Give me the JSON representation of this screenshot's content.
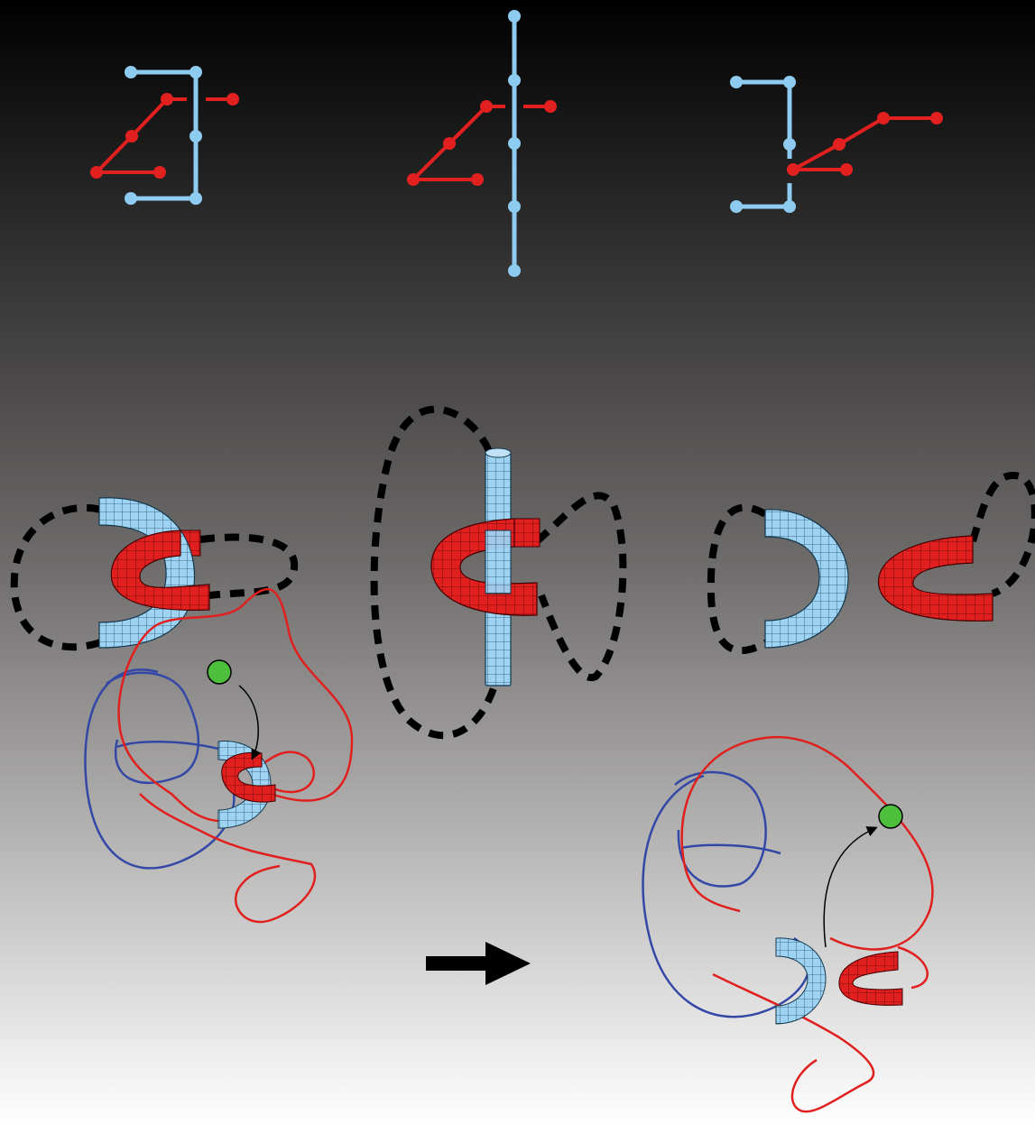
{
  "figure": {
    "background_gradient": [
      "#000000",
      "#6e6c6b",
      "#ffffff"
    ],
    "colors": {
      "blue_chain": "#8ecbf1",
      "red_chain": "#e32020",
      "tube_blue": "#9fd3f3",
      "tube_red": "#e11f1f",
      "dashed_loop": "#000000",
      "knot_blue": "#3348a6",
      "knot_red": "#e0201e",
      "ligand": "#4dbf3c",
      "arrow": "#000000"
    },
    "rows": [
      {
        "id": "bead-models",
        "items": [
          "crossing-chain-left",
          "crossing-chain-middle",
          "crossing-chain-right"
        ]
      },
      {
        "id": "tube-models",
        "items": [
          "hooked-tubes",
          "threaded-tube",
          "separated-tubes"
        ]
      },
      {
        "id": "knot-transition",
        "items": [
          "knot-before",
          "transition-arrow",
          "knot-after"
        ]
      }
    ]
  }
}
